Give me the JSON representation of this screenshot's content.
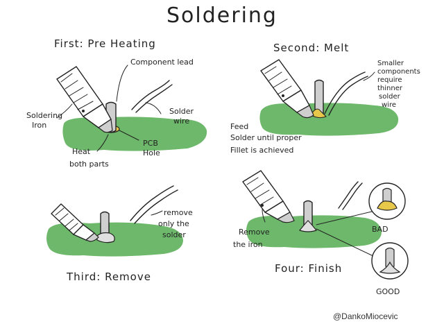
{
  "title": "Soldering",
  "steps": {
    "first": {
      "heading": "First: Pre Heating",
      "labels": {
        "component_lead": "Component lead",
        "soldering_iron": [
          "Soldering",
          "Iron"
        ],
        "solder_wire": [
          "Solder",
          "wire"
        ],
        "pcb_hole": [
          "PCB",
          "Hole"
        ],
        "heat": [
          "Heat",
          "both parts"
        ]
      }
    },
    "second": {
      "heading": "Second: Melt",
      "labels": {
        "smaller_components": [
          "Smaller",
          "components",
          "require",
          "thinner",
          "solder",
          "wire"
        ],
        "feed": [
          "Feed",
          "Solder  until  proper",
          "Fillet   is   achieved"
        ]
      }
    },
    "third": {
      "heading": "Third: Remove",
      "labels": {
        "remove_solder": [
          "remove",
          "only the",
          "solder"
        ]
      }
    },
    "fourth": {
      "heading": "Four: Finish",
      "labels": {
        "remove_iron": [
          "Remove",
          "the iron"
        ],
        "bad": "BAD",
        "good": "GOOD"
      }
    }
  },
  "credit": "@DankoMiocevic",
  "colors": {
    "pcb_green": "#6db86a",
    "ink": "#222222",
    "solder_gray": "#d4d4d4",
    "copper_yellow": "#e8c84a"
  }
}
